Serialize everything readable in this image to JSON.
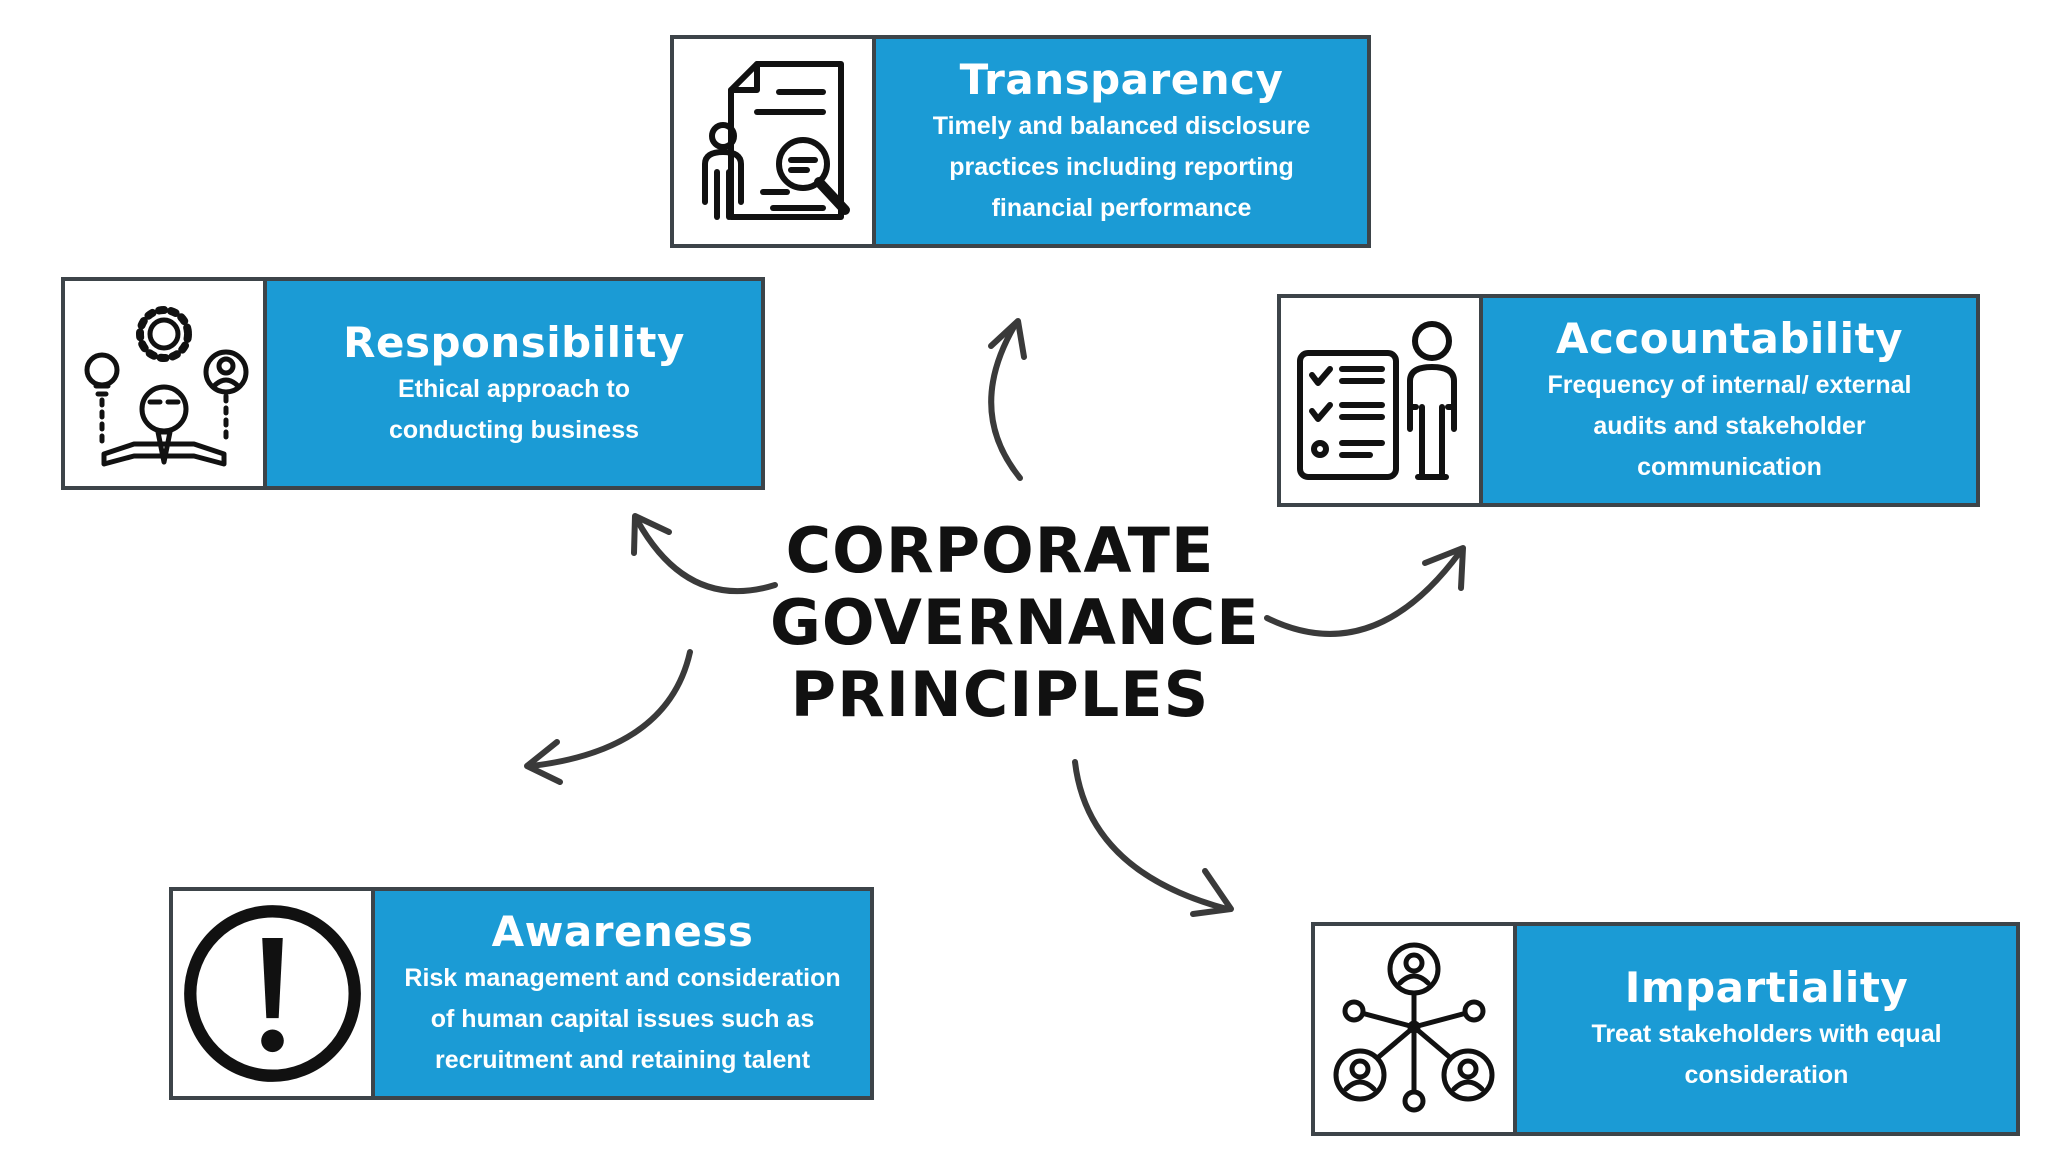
{
  "center_title": "CORPORATE\nGOVERNANCE\nPRINCIPLES",
  "principles": [
    {
      "title": "Transparency",
      "description": "Timely and balanced disclosure\npractices including reporting\nfinancial performance",
      "icon": "document-magnifier-icon"
    },
    {
      "title": "Responsibility",
      "description": "Ethical approach to\nconducting business",
      "icon": "businessman-ideas-icon"
    },
    {
      "title": "Accountability",
      "description": "Frequency of internal/ external\naudits and stakeholder\ncommunication",
      "icon": "checklist-person-icon"
    },
    {
      "title": "Awareness",
      "description": "Risk management and consideration\nof human capital issues such as\nrecruitment and retaining talent",
      "icon": "exclamation-icon"
    },
    {
      "title": "Impartiality",
      "description": "Treat stakeholders with equal\nconsideration",
      "icon": "network-people-icon"
    }
  ],
  "colors": {
    "accent": "#1b9bd5",
    "border": "#3d4449",
    "text": "#111111"
  }
}
